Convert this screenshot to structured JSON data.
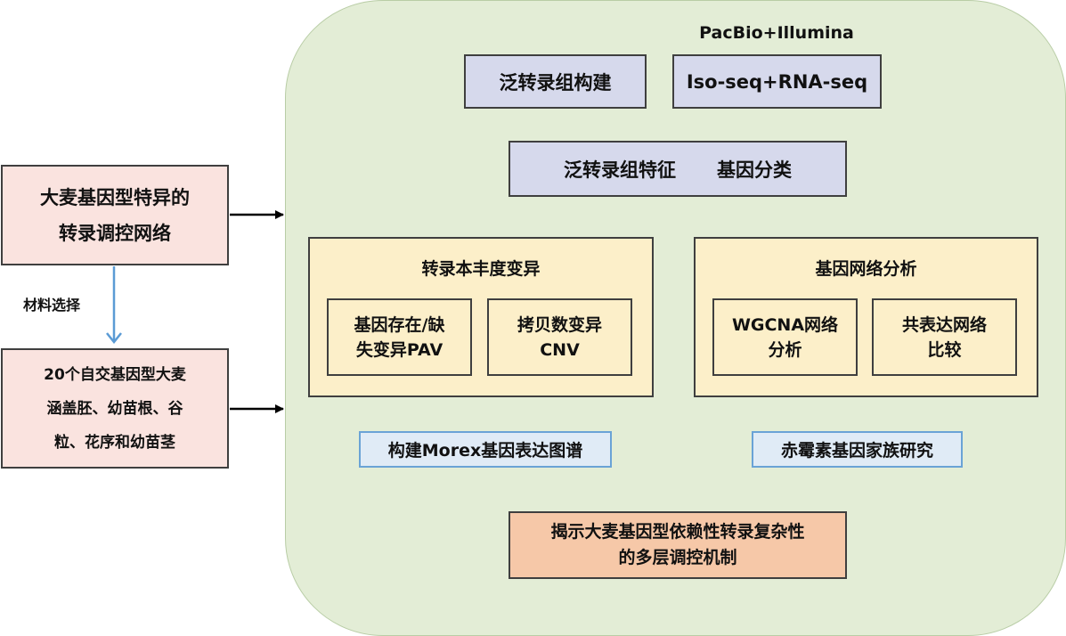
{
  "left": {
    "goal_line1": "大麦基因型特异的",
    "goal_line2": "转录调控网络",
    "arrow_label": "材料选择",
    "material_line1": "20个自交基因型大麦",
    "material_line2": "涵盖胚、幼苗根、谷",
    "material_line3": "粒、花序和幼苗茎"
  },
  "panel": {
    "platform_label": "PacBio+Illumina",
    "pan_build": "泛转录组构建",
    "seq_method": "Iso-seq+RNA-seq",
    "pan_feature": "泛转录组特征",
    "gene_class": "基因分类",
    "abundance": {
      "title": "转录本丰度变异",
      "pav_line1": "基因存在/缺",
      "pav_line2": "失变异PAV",
      "cnv_line1": "拷贝数变异",
      "cnv_line2": "CNV"
    },
    "network": {
      "title": "基因网络分析",
      "wgcna_line1": "WGCNA网络",
      "wgcna_line2": "分析",
      "coexp_line1": "共表达网络",
      "coexp_line2": "比较"
    },
    "atlas": "构建Morex基因表达图谱",
    "gibberellin": "赤霉素基因家族研究",
    "conclusion_line1": "揭示大麦基因型依赖性转录复杂性",
    "conclusion_line2": "的多层调控机制"
  },
  "colors": {
    "panel_bg": "#e3edd6",
    "pink": "#fae3df",
    "lavender": "#d6d9ec",
    "cream": "#fcefc9",
    "light_blue": "#e0ebf6",
    "orange": "#f6c8a8",
    "arrow_blue": "#5b9bd5"
  }
}
